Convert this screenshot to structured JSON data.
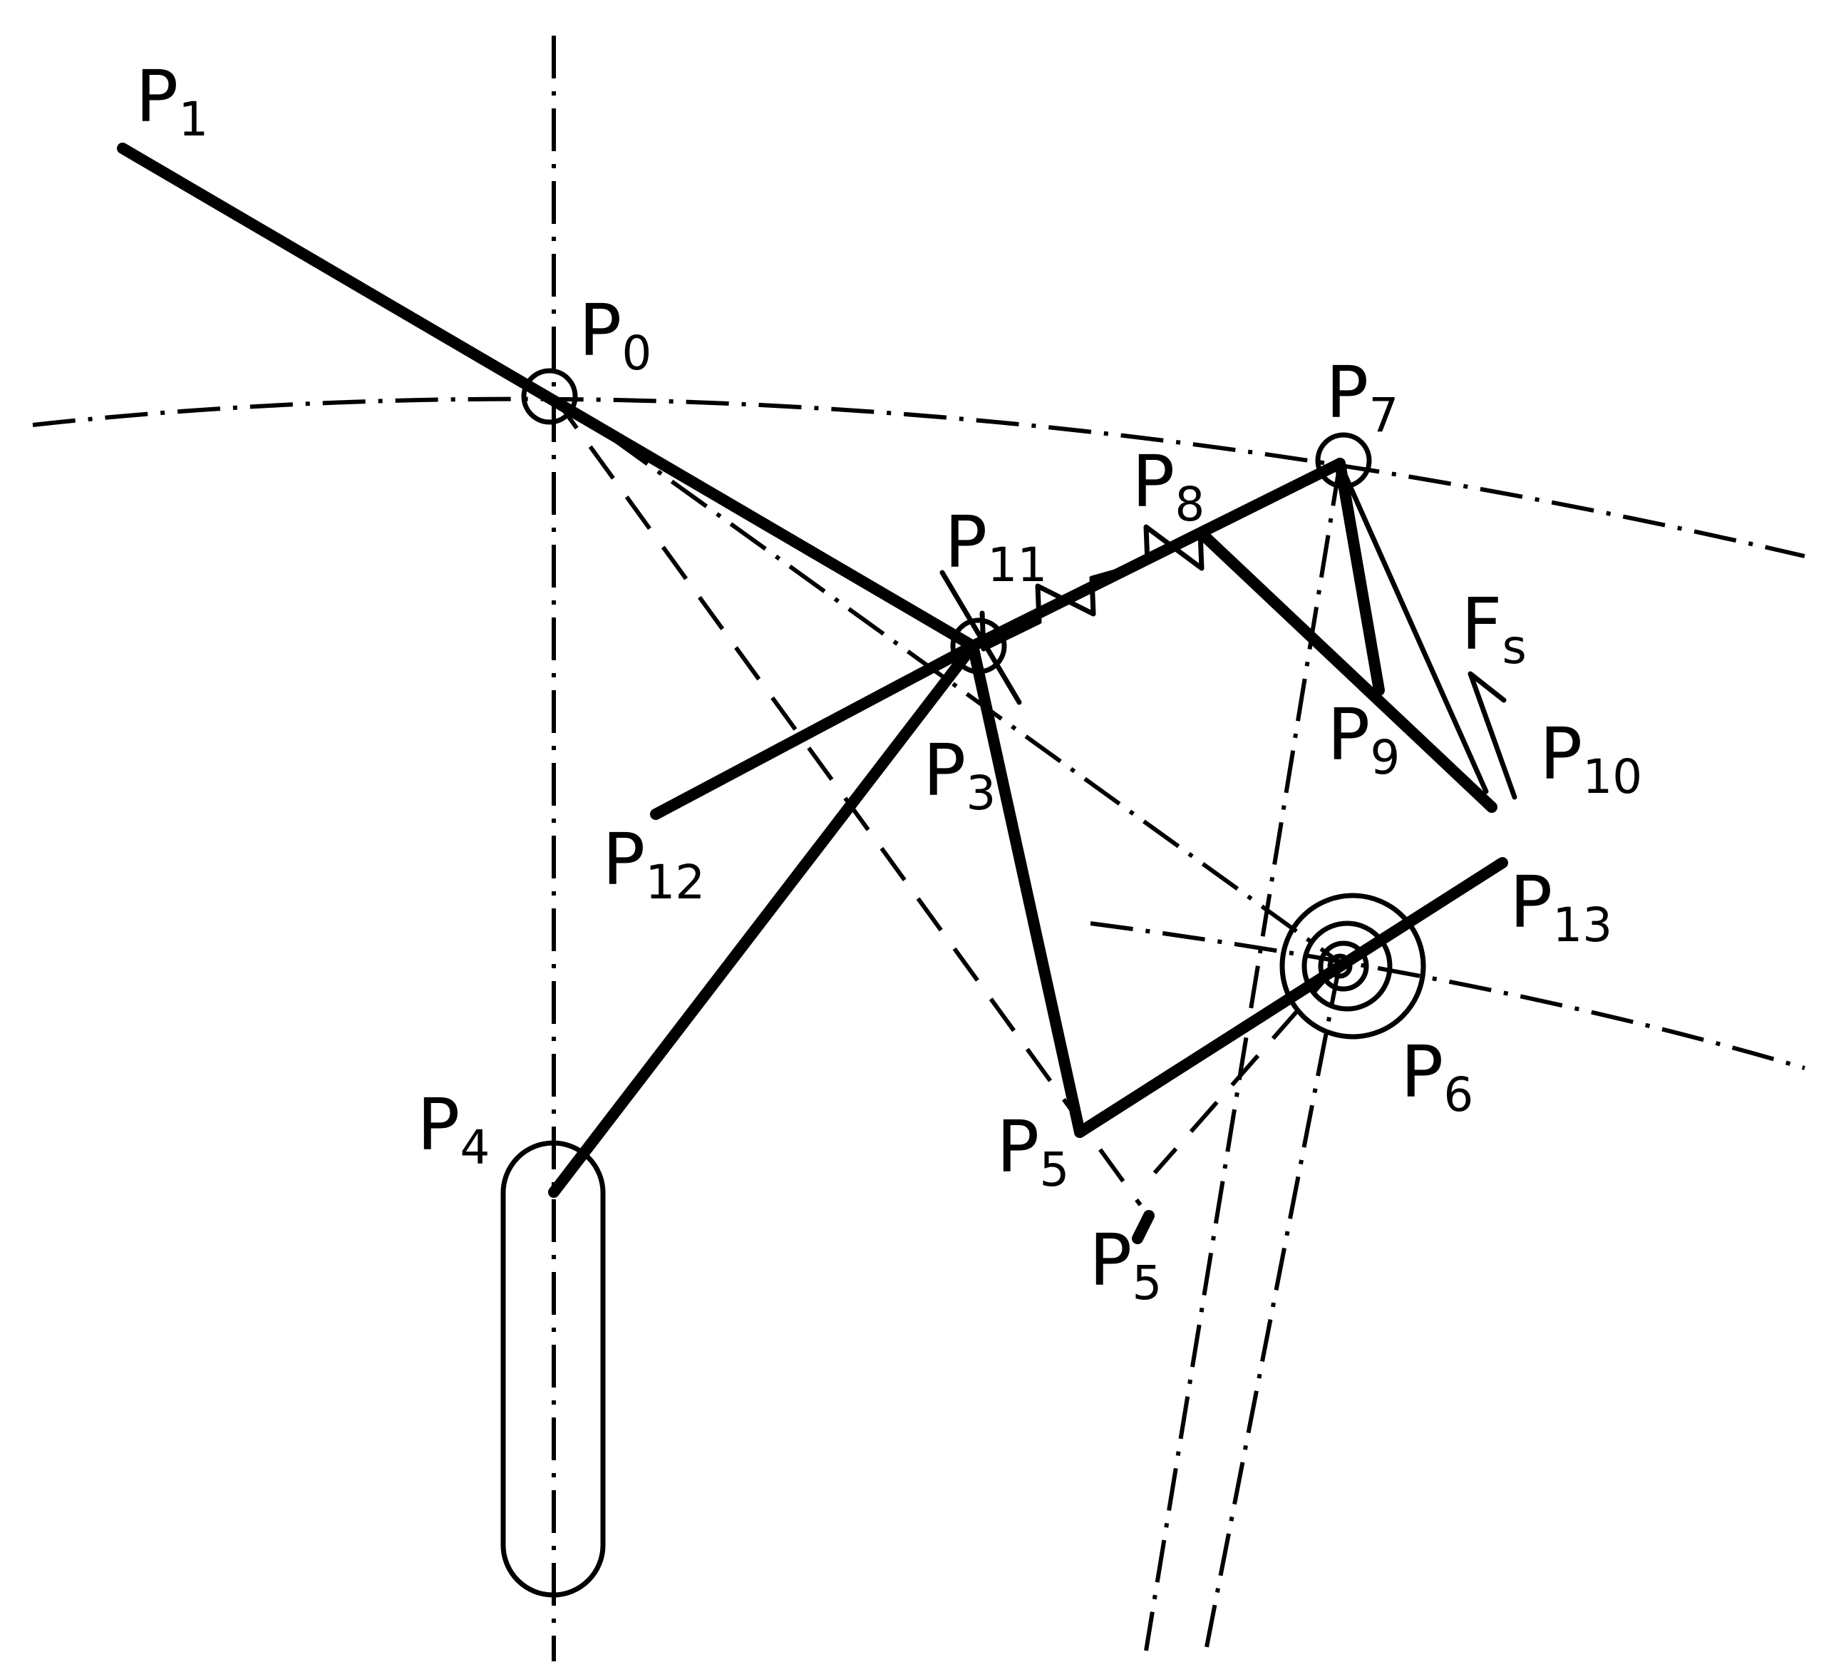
{
  "diagram": {
    "labels": {
      "p0": {
        "main": "P",
        "sub": "0"
      },
      "p1": {
        "main": "P",
        "sub": "1"
      },
      "p3": {
        "main": "P",
        "sub": "3"
      },
      "p4": {
        "main": "P",
        "sub": "4"
      },
      "p5": {
        "main": "P",
        "sub": "5"
      },
      "p5b": {
        "main": "P",
        "sub": "5"
      },
      "p6": {
        "main": "P",
        "sub": "6"
      },
      "p7": {
        "main": "P",
        "sub": "7"
      },
      "p8": {
        "main": "P",
        "sub": "8"
      },
      "p9": {
        "main": "P",
        "sub": "9"
      },
      "p10": {
        "main": "P",
        "sub": "10"
      },
      "p11": {
        "main": "P",
        "sub": "11"
      },
      "p12": {
        "main": "P",
        "sub": "12"
      },
      "p13": {
        "main": "P",
        "sub": "13"
      },
      "fs": {
        "main": "F",
        "sub": "s"
      }
    }
  }
}
